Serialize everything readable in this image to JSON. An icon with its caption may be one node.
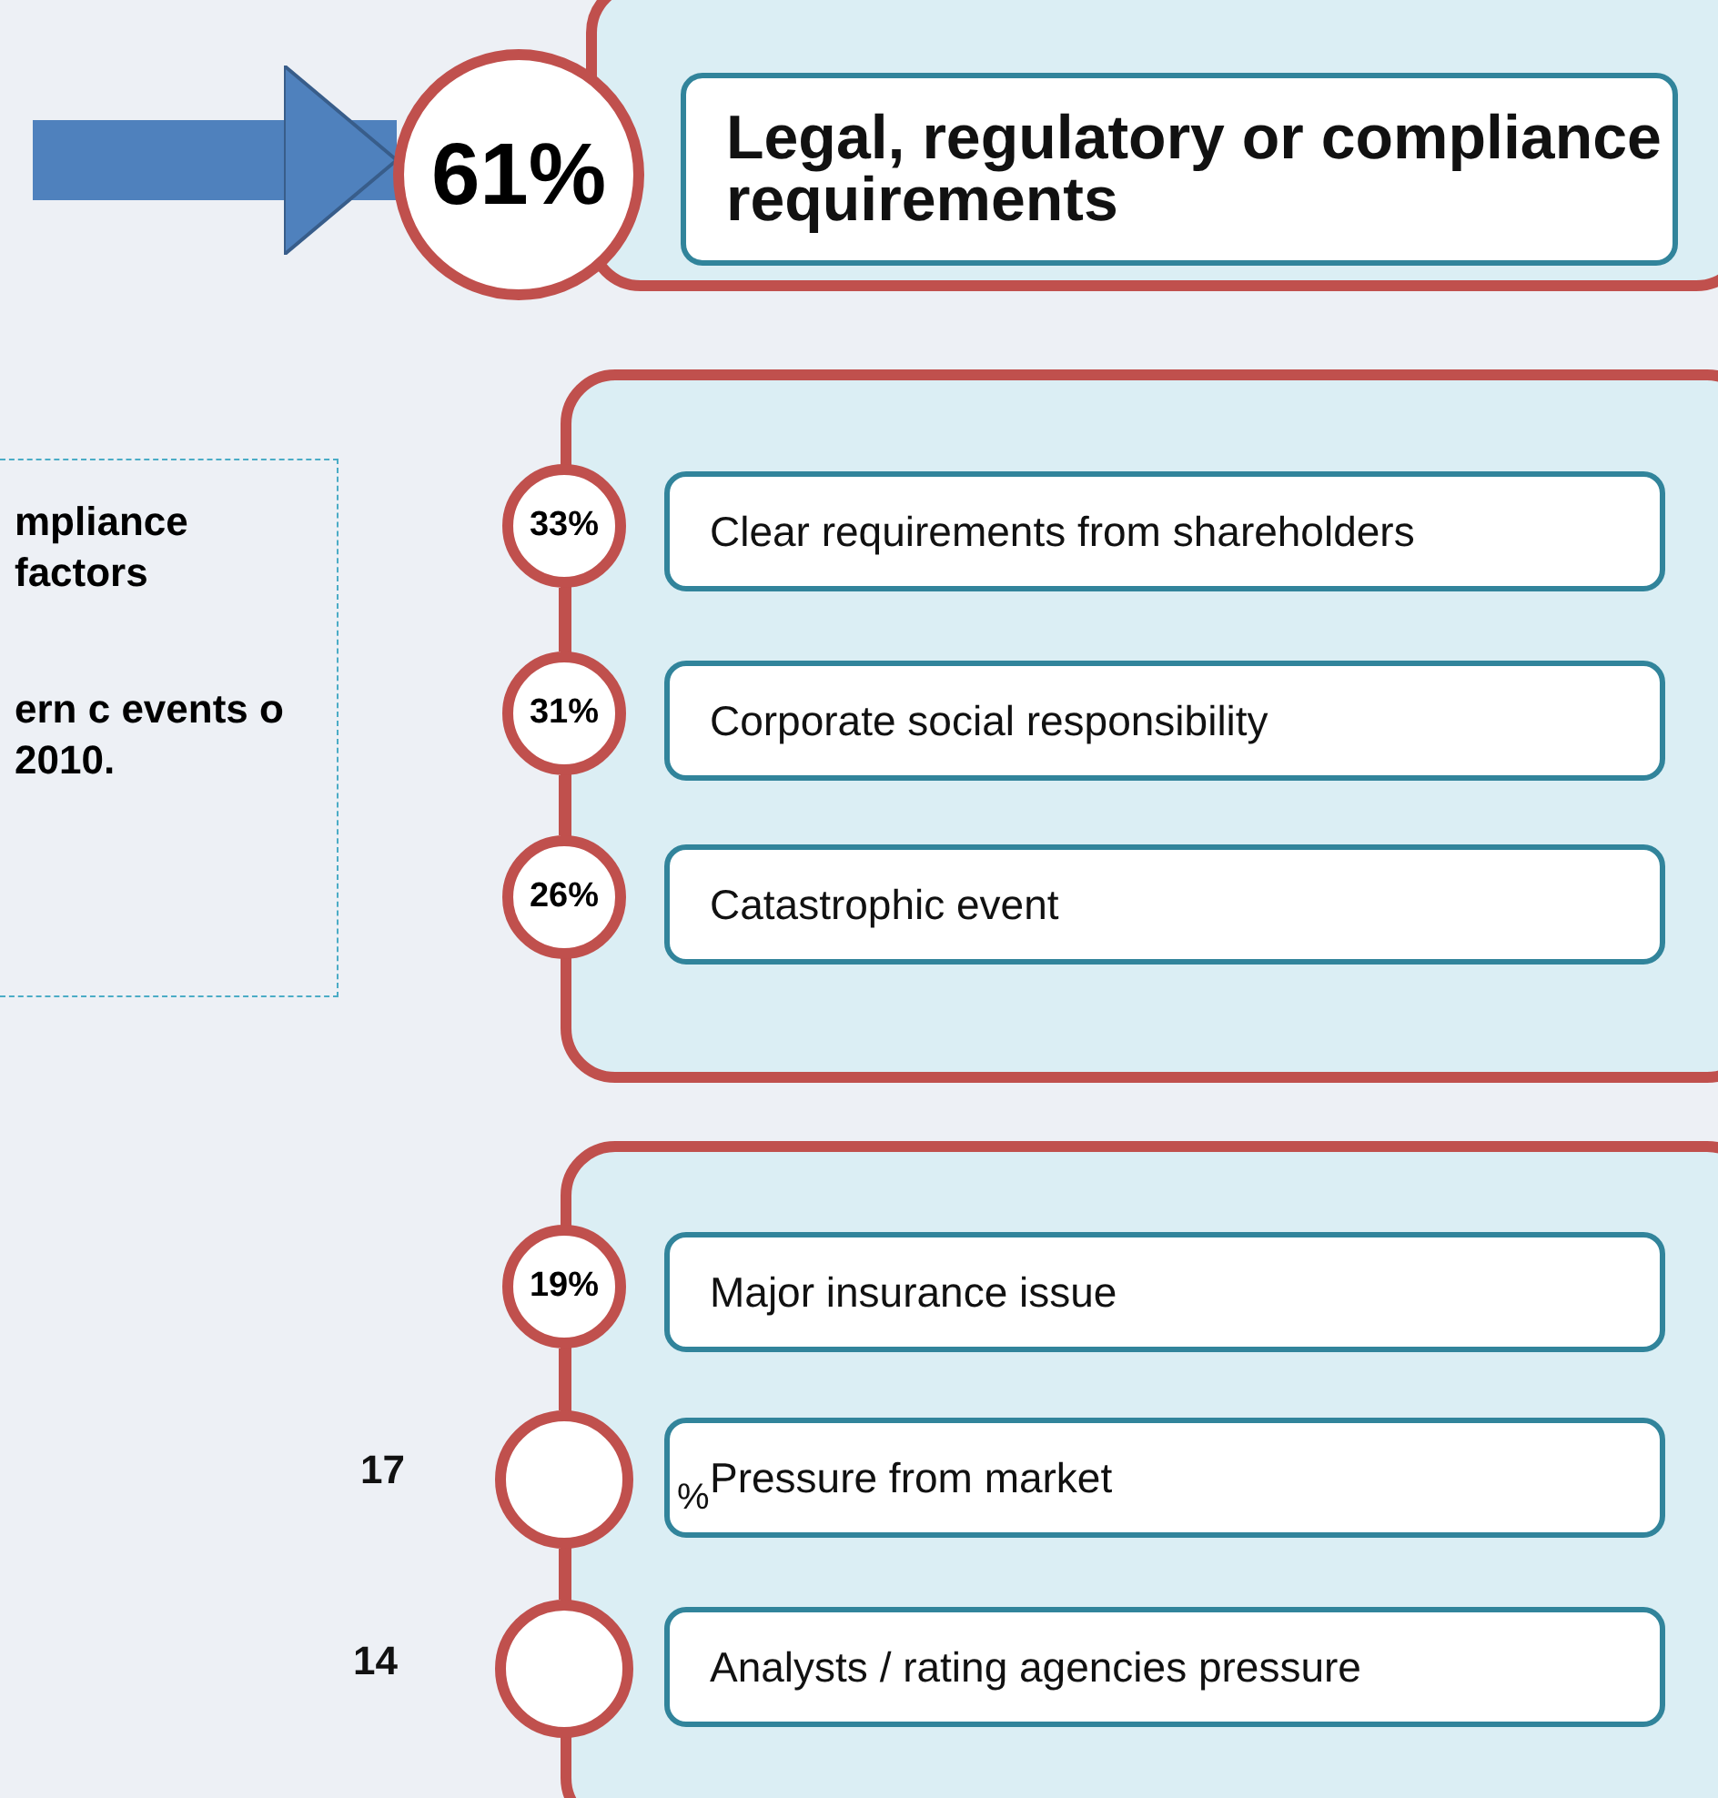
{
  "diagram": {
    "nodes": [
      {
        "text": [],
        "shape": "box"
      },
      {
        "text": [
          "61%"
        ]
      },
      {
        "text": [
          "Legal, regulatory or compliance requirements"
        ],
        "in": 0
      },
      {
        "text": [],
        "shape": "box"
      },
      {
        "text": [
          "33%"
        ]
      },
      {
        "text": [
          "Clear requirements from shareholders"
        ],
        "in": 3
      },
      {
        "text": [
          "31%"
        ]
      },
      {
        "text": [
          "Corporate social responsibility"
        ],
        "in": 3
      },
      {
        "text": [
          "26%"
        ]
      },
      {
        "text": [
          "Catastrophic event"
        ],
        "in": 3
      },
      {
        "text": [],
        "shape": "box"
      },
      {
        "text": [
          "19%"
        ]
      },
      {
        "text": [
          "Major insurance issue"
        ],
        "in": 10
      },
      {
        "text": [],
        "shape": "circle"
      },
      {
        "text": [
          "Pressure from market"
        ],
        "in": 10
      },
      {
        "text": [],
        "shape": "circle"
      },
      {
        "text": [
          "Analysts / rating agencies pressure"
        ],
        "in": 10
      },
      {
        "text": [
          "mpliance factors",
          "ern c events o 2010."
        ]
      }
    ],
    "edges": [
      {
        "from": null,
        "to": 1,
        "arrow": "to",
        "style": "thick",
        "color": "#4f81bd"
      },
      {
        "from": 4,
        "to": 6,
        "arrow": "none"
      },
      {
        "from": 6,
        "to": 8,
        "arrow": "none"
      },
      {
        "from": 11,
        "to": 13,
        "arrow": "none"
      },
      {
        "from": 13,
        "to": 15,
        "arrow": "none"
      }
    ],
    "labels": [
      "17",
      "%",
      "14"
    ]
  }
}
